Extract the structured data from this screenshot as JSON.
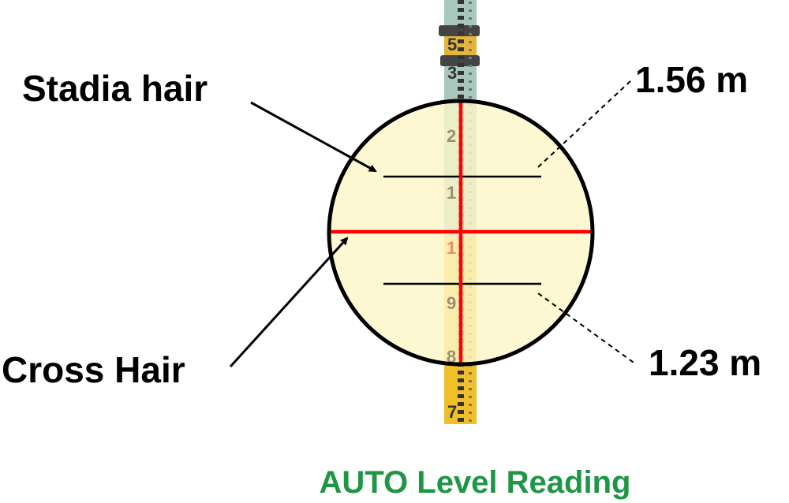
{
  "labels": {
    "stadia_hair": "Stadia hair",
    "cross_hair": "Cross Hair",
    "upper_reading": "1.56 m",
    "lower_reading": "1.23 m",
    "caption": "AUTO Level Reading"
  },
  "staff_numbers": {
    "top_a": "5",
    "top_b": "3",
    "in_view": [
      "2",
      "1",
      "1",
      "9",
      "8"
    ],
    "bottom": "7"
  },
  "colors": {
    "crosshair": "#ff0000",
    "caption": "#1e9646",
    "lens_fill": "#fdf6c8",
    "staff_upper": "#a8c7bf",
    "staff_lower": "#f1bf2a"
  }
}
